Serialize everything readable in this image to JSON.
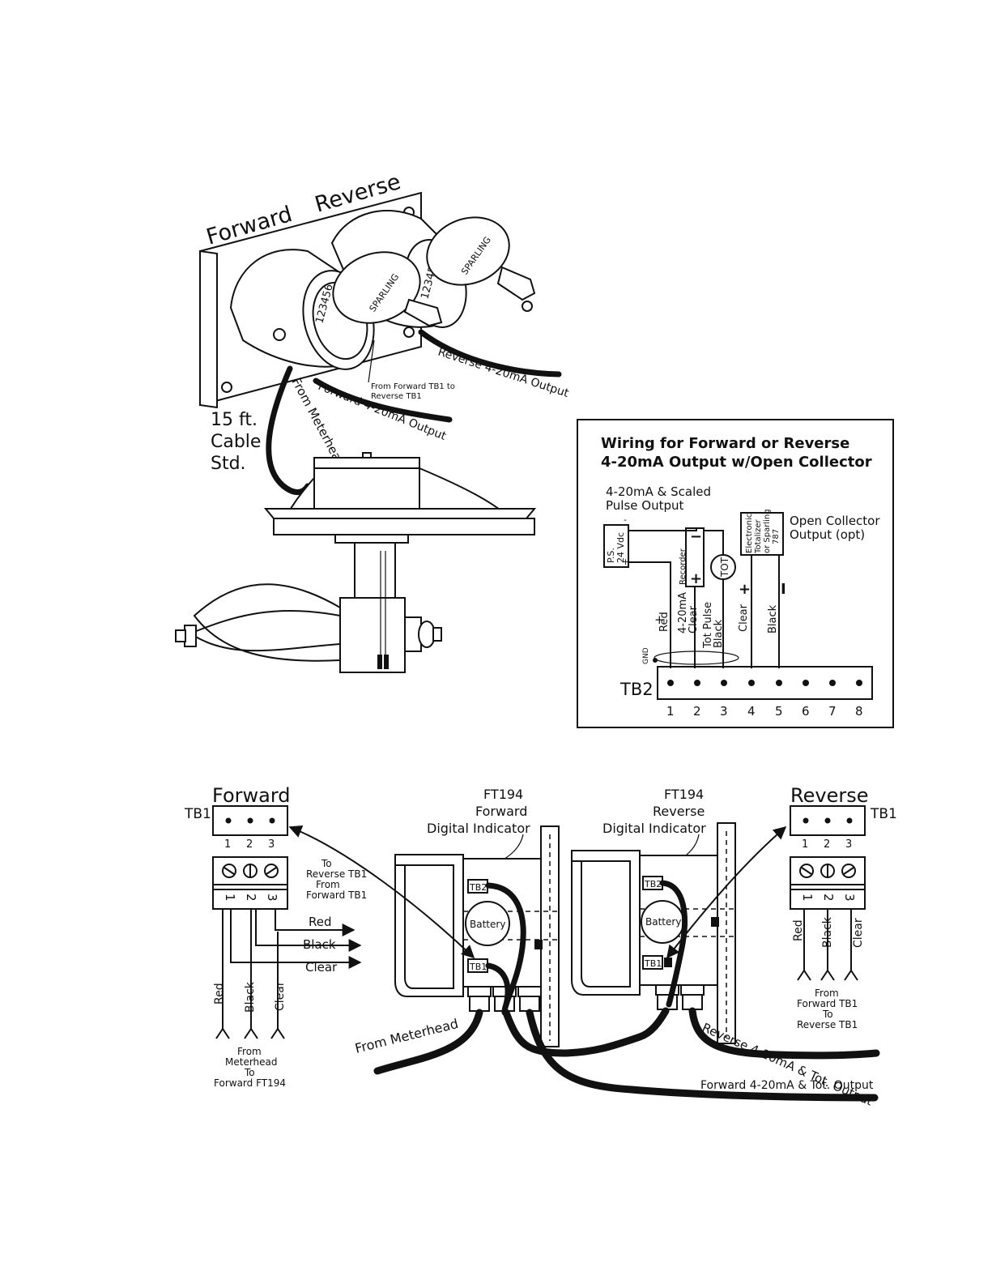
{
  "top_illustration": {
    "label_forward": "Forward",
    "label_reverse": "Reverse",
    "cable_text_1": "15 ft.",
    "cable_text_2": "Cable",
    "cable_text_3": "Std.",
    "from_meterhead": "From Meterhead",
    "forward_output": "Forward 4-20mA Output",
    "reverse_output": "Reverse 4-20mA Output",
    "jumper_1": "From Forward TB1 to",
    "jumper_2": "Reverse TB1",
    "cap_brand": "SPARLING",
    "counter_digits": "123456"
  },
  "wiring_box": {
    "title_1": "Wiring for Forward or Reverse",
    "title_2": "4-20mA Output w/Open Collector",
    "pulse_1": "4-20mA & Scaled",
    "pulse_2": "Pulse Output",
    "oc_1": "Open Collector",
    "oc_2": "Output (opt)",
    "ps_1": "P.S.",
    "ps_2": "24 Vdc",
    "ps_plus": "+",
    "ps_minus": "-",
    "recorder": "Recorder",
    "rec_minus": "−",
    "rec_plus": "+",
    "tot": "TOT",
    "etot_1": "Electronic",
    "etot_2": "Totalizer",
    "etot_3": "or Sparling",
    "etot_4": "787",
    "etot_plus": "+",
    "etot_minus": "I",
    "w_red_plus": "+",
    "w_red": "Red",
    "w_ma_1": "4-20mA",
    "w_ma_2": "Clear",
    "w_tot_1": "Tot Pulse",
    "w_tot_2": "Black",
    "w_clear": "Clear",
    "w_black": "Black",
    "gnd": "GND",
    "tb2": "TB2",
    "terminals": [
      "1",
      "2",
      "3",
      "4",
      "5",
      "6",
      "7",
      "8"
    ]
  },
  "bottom_left": {
    "forward": "Forward",
    "tb1": "TB1",
    "terminals": [
      "1",
      "2",
      "3"
    ],
    "to_rev_1": "To",
    "to_rev_2": "Reverse TB1",
    "to_rev_3": "From",
    "to_rev_4": "Forward TB1",
    "arrow_red": "Red",
    "arrow_black": "Black",
    "arrow_clear": "Clear",
    "v_red": "Red",
    "v_black": "Black",
    "v_clear": "Clear",
    "from_1": "From",
    "from_2": "Meterhead",
    "from_3": "To",
    "from_4": "Forward FT194"
  },
  "bottom_middle": {
    "fwd_1": "FT194",
    "fwd_2": "Forward",
    "fwd_3": "Digital Indicator",
    "rev_1": "FT194",
    "rev_2": "Reverse",
    "rev_3": "Digital Indicator",
    "tb2": "TB2",
    "tb1": "TB1",
    "battery": "Battery",
    "from_meterhead": "From  Meterhead",
    "rev_output": "Reverse 4-20mA & Tot. Output",
    "fwd_output": "Forward 4-20mA & Tot. Output"
  },
  "bottom_right": {
    "reverse": "Reverse",
    "tb1": "TB1",
    "terminals": [
      "1",
      "2",
      "3"
    ],
    "v_red": "Red",
    "v_black": "Black",
    "v_clear": "Clear",
    "from_1": "From",
    "from_2": "Forward TB1",
    "from_3": "To",
    "from_4": "Reverse TB1"
  }
}
